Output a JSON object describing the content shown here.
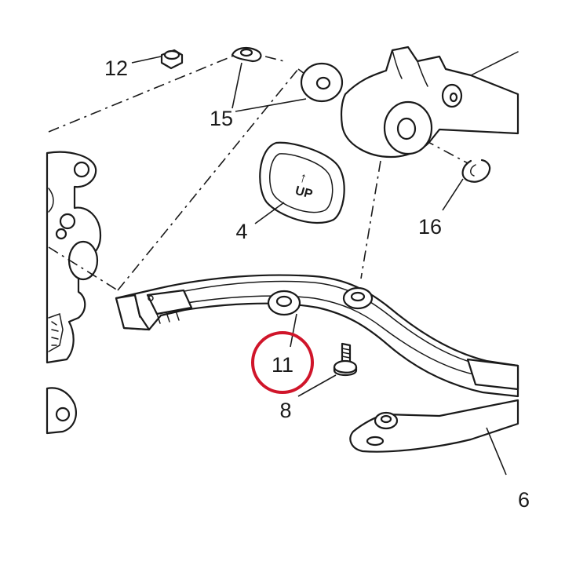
{
  "callouts": {
    "c12": "12",
    "c15": "15",
    "c4": "4",
    "c16": "16",
    "c11": "11",
    "c8": "8",
    "c6": "6"
  },
  "pad": {
    "arrow": "↑",
    "text": "UP"
  },
  "highlight": {
    "target": "11",
    "color": "#d0152a"
  }
}
